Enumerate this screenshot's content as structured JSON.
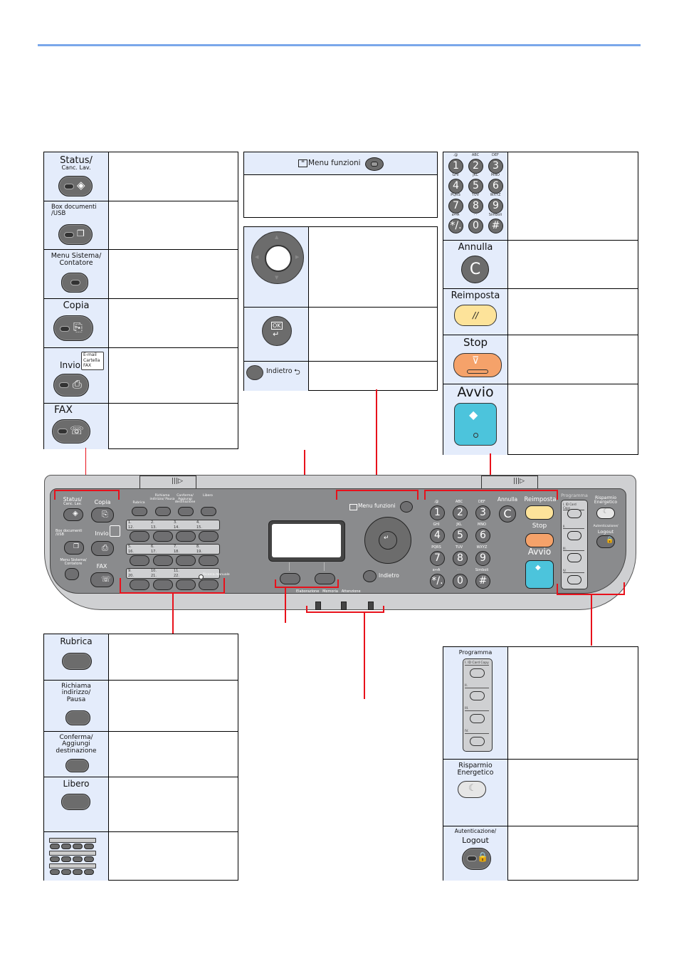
{
  "page": {
    "accent_line_color": "#7aa7ea",
    "callout_color": "#e8111b",
    "label_bg_color": "#e4ecfb"
  },
  "left_table": [
    {
      "label": "Status/",
      "sublabel": "Canc. Lav.",
      "icon": "status-diamond-icon"
    },
    {
      "label": "Box documenti /USB",
      "icon": "document-box-icon"
    },
    {
      "label": "Menu Sistema/ Contatore",
      "icon": "plain-button"
    },
    {
      "label": "Copia",
      "icon": "copy-icon"
    },
    {
      "label": "Invio",
      "badge": [
        "E-mail",
        "Cartella",
        "FAX"
      ],
      "icon": "send-icon"
    },
    {
      "label": "FAX",
      "icon": "fax-icon"
    }
  ],
  "middle_table_top": {
    "label": "Menu funzioni",
    "icon": "menu-list-icon"
  },
  "middle_table": [
    {
      "icon": "arrow-keys-icon",
      "arrows": [
        "▲",
        "▼",
        "◀",
        "▶"
      ]
    },
    {
      "label": "OK",
      "icon": "enter-icon"
    },
    {
      "label": "Indietro",
      "icon": "back-icon"
    }
  ],
  "right_table": {
    "keypad": [
      {
        "key": "1",
        "sub": ".@"
      },
      {
        "key": "2",
        "sub": "ABC"
      },
      {
        "key": "3",
        "sub": "DEF"
      },
      {
        "key": "4",
        "sub": "GHI"
      },
      {
        "key": "5",
        "sub": "JKL"
      },
      {
        "key": "6",
        "sub": "MNO"
      },
      {
        "key": "7",
        "sub": "PQRS"
      },
      {
        "key": "8",
        "sub": "TUV"
      },
      {
        "key": "9",
        "sub": "WXYZ"
      },
      {
        "key": "*/.",
        "sub": "a↔A"
      },
      {
        "key": "0",
        "sub": "· ·"
      },
      {
        "key": "#",
        "sub": "Simboli"
      }
    ],
    "annulla": {
      "label": "Annulla",
      "key": "C"
    },
    "reimposta": {
      "label": "Reimposta",
      "key": "//"
    },
    "stop": {
      "label": "Stop"
    },
    "avvio": {
      "label": "Avvio"
    }
  },
  "panel": {
    "left_group": {
      "status": "Status/",
      "status_sub": "Canc. Lav.",
      "copia": "Copia",
      "box": "Box documenti /USB",
      "invio": "Invio",
      "invio_badge": "E-mail Cartella FAX",
      "menu": "Menu Sistema/ Contatore",
      "fax": "FAX"
    },
    "one_touch_header": [
      "Rubrica",
      "Richiama indirizzo/ Pausa",
      "Conferma/ Aggiungi destinazione",
      "Libero"
    ],
    "one_touch_rows": [
      {
        "top": [
          "1.",
          "2.",
          "3.",
          "4."
        ],
        "bottom": [
          "12.",
          "13.",
          "14.",
          "15."
        ]
      },
      {
        "top": [
          "5.",
          "6.",
          "7.",
          "8."
        ],
        "bottom": [
          "16.",
          "17.",
          "18.",
          "19."
        ]
      },
      {
        "top": [
          "9.",
          "10.",
          "11.",
          ""
        ],
        "bottom": [
          "20.",
          "21.",
          "22.",
          ""
        ]
      }
    ],
    "manual_search": "Ricerca manuale",
    "menu_funzioni": "Menu funzioni",
    "indietro": "Indietro",
    "indicators": [
      "Elaborazione",
      "Memoria",
      "Attenzione"
    ],
    "annulla": "Annulla",
    "reimposta": "Reimposta",
    "stop": "Stop",
    "avvio": "Avvio",
    "programma": "Programma",
    "program_slots": [
      "I. ID Card Copy",
      "II.",
      "III.",
      "IV."
    ],
    "risparmio": "Risparmio Energetico",
    "autenticazione": "Autenticazione/",
    "logout": "Logout"
  },
  "bottom_left_table": [
    {
      "label": "Rubrica"
    },
    {
      "label": "Richiama indirizzo/ Pausa"
    },
    {
      "label": "Conferma/ Aggiungi destinazione"
    },
    {
      "label": "Libero"
    },
    {
      "label": "",
      "icon": "one-touch-keys-icon"
    }
  ],
  "bottom_right_table": [
    {
      "label": "Programma",
      "slots": [
        "I. ID Card Copy",
        "II.",
        "III.",
        "IV."
      ]
    },
    {
      "label": "Risparmio Energetico",
      "icon": "moon-icon"
    },
    {
      "label": "Autenticazione/",
      "sublabel": "Logout",
      "icon": "lock-icon"
    }
  ]
}
